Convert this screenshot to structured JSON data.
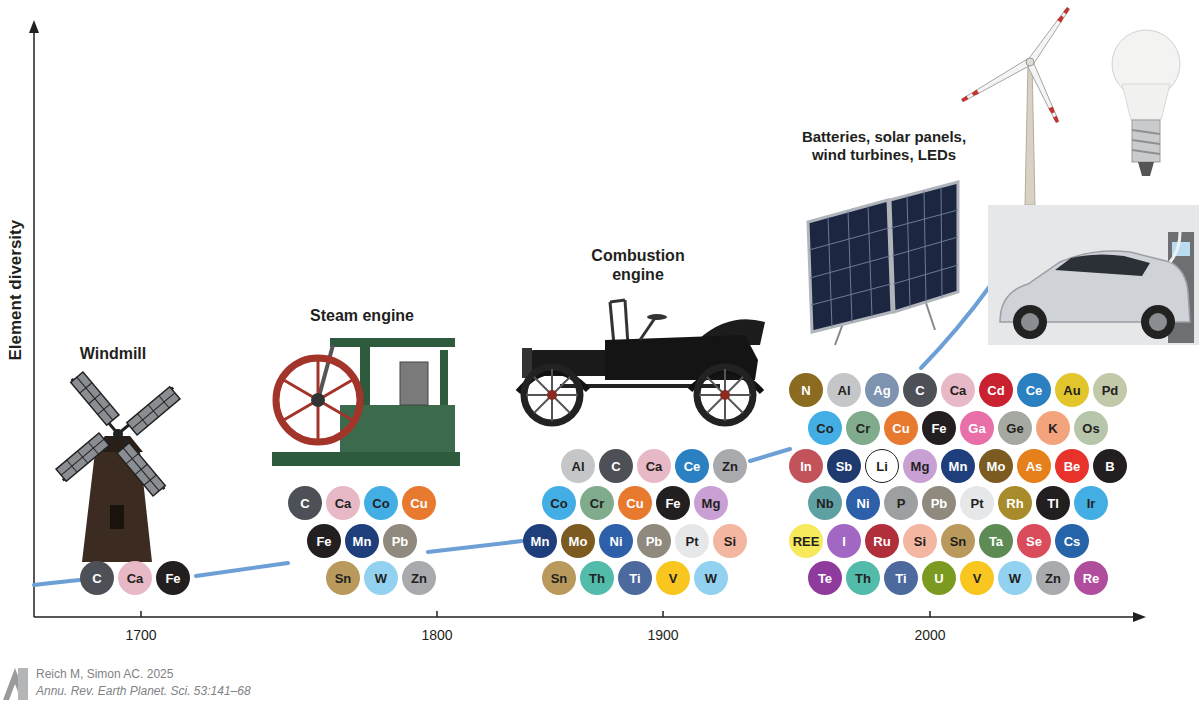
{
  "diagram": {
    "nodes": [
      {
        "text": [
          "C"
        ]
      },
      {
        "text": [
          "Ca"
        ]
      },
      {
        "text": [
          "Fe"
        ]
      },
      {
        "text": [
          "C"
        ]
      },
      {
        "text": [
          "Ca"
        ]
      },
      {
        "text": [
          "Co"
        ]
      },
      {
        "text": [
          "Cu"
        ]
      },
      {
        "text": [
          "Fe"
        ]
      },
      {
        "text": [
          "Mn"
        ]
      },
      {
        "text": [
          "Pb"
        ]
      },
      {
        "text": [
          "Sn"
        ]
      },
      {
        "text": [
          "W"
        ]
      },
      {
        "text": [
          "Zn"
        ]
      },
      {
        "text": [
          "Al"
        ]
      },
      {
        "text": [
          "C"
        ]
      },
      {
        "text": [
          "Ca"
        ]
      },
      {
        "text": [
          "Ce"
        ]
      },
      {
        "text": [
          "Zn"
        ]
      },
      {
        "text": [
          "Co"
        ]
      },
      {
        "text": [
          "Cr"
        ]
      },
      {
        "text": [
          "Cu"
        ]
      },
      {
        "text": [
          "Fe"
        ]
      },
      {
        "text": [
          "Mg"
        ]
      },
      {
        "text": [
          "Mn"
        ]
      },
      {
        "text": [
          "Mo"
        ]
      },
      {
        "text": [
          "Ni"
        ]
      },
      {
        "text": [
          "Pb"
        ]
      },
      {
        "text": [
          "Pt"
        ]
      },
      {
        "text": [
          "Si"
        ]
      },
      {
        "text": [
          "Sn"
        ]
      },
      {
        "text": [
          "Th"
        ]
      },
      {
        "text": [
          "Ti"
        ]
      },
      {
        "text": [
          "V"
        ]
      },
      {
        "text": [
          "W"
        ]
      },
      {
        "text": [
          "N"
        ]
      },
      {
        "text": [
          "Al"
        ]
      },
      {
        "text": [
          "Ag"
        ]
      },
      {
        "text": [
          "C"
        ]
      },
      {
        "text": [
          "Ca"
        ]
      },
      {
        "text": [
          "Cd"
        ]
      },
      {
        "text": [
          "Ce"
        ]
      },
      {
        "text": [
          "Au"
        ]
      },
      {
        "text": [
          "Pd"
        ]
      },
      {
        "text": [
          "Co"
        ]
      },
      {
        "text": [
          "Cr"
        ]
      },
      {
        "text": [
          "Cu"
        ]
      },
      {
        "text": [
          "Fe"
        ]
      },
      {
        "text": [
          "Ga"
        ]
      },
      {
        "text": [
          "Ge"
        ]
      },
      {
        "text": [
          "K"
        ]
      },
      {
        "text": [
          "Os"
        ]
      },
      {
        "text": [
          "In"
        ]
      },
      {
        "text": [
          "Sb"
        ]
      },
      {
        "text": [
          "Li"
        ]
      },
      {
        "text": [
          "Mg"
        ]
      },
      {
        "text": [
          "Mn"
        ]
      },
      {
        "text": [
          "Mo"
        ]
      },
      {
        "text": [
          "As"
        ]
      },
      {
        "text": [
          "Be"
        ]
      },
      {
        "text": [
          "B"
        ]
      },
      {
        "text": [
          "Nb"
        ]
      },
      {
        "text": [
          "Ni"
        ]
      },
      {
        "text": [
          "P"
        ]
      },
      {
        "text": [
          "Pb"
        ]
      },
      {
        "text": [
          "Pt"
        ]
      },
      {
        "text": [
          "Rh"
        ]
      },
      {
        "text": [
          "Tl"
        ]
      },
      {
        "text": [
          "Ir"
        ]
      },
      {
        "text": [
          "REE"
        ]
      },
      {
        "text": [
          "I"
        ]
      },
      {
        "text": [
          "Ru"
        ]
      },
      {
        "text": [
          "Si"
        ]
      },
      {
        "text": [
          "Sn"
        ]
      },
      {
        "text": [
          "Ta"
        ]
      },
      {
        "text": [
          "Se"
        ]
      },
      {
        "text": [
          "Cs"
        ]
      },
      {
        "text": [
          "Te"
        ]
      },
      {
        "text": [
          "Th"
        ]
      },
      {
        "text": [
          "Ti"
        ]
      },
      {
        "text": [
          "U"
        ]
      },
      {
        "text": [
          "V"
        ]
      },
      {
        "text": [
          "W"
        ]
      },
      {
        "text": [
          "Zn"
        ]
      },
      {
        "text": [
          "Re"
        ]
      }
    ],
    "labels": [
      "Element diversity",
      "1700",
      "1800",
      "1900",
      "2000",
      "Windmill",
      "Steam engine",
      "Combustion engine",
      "Batteries, solar panels, wind turbines, LEDs",
      "Reich M, Simon AC. 2025",
      "Annu. Rev. Earth Planet. Sci. 53:141–68"
    ]
  }
}
